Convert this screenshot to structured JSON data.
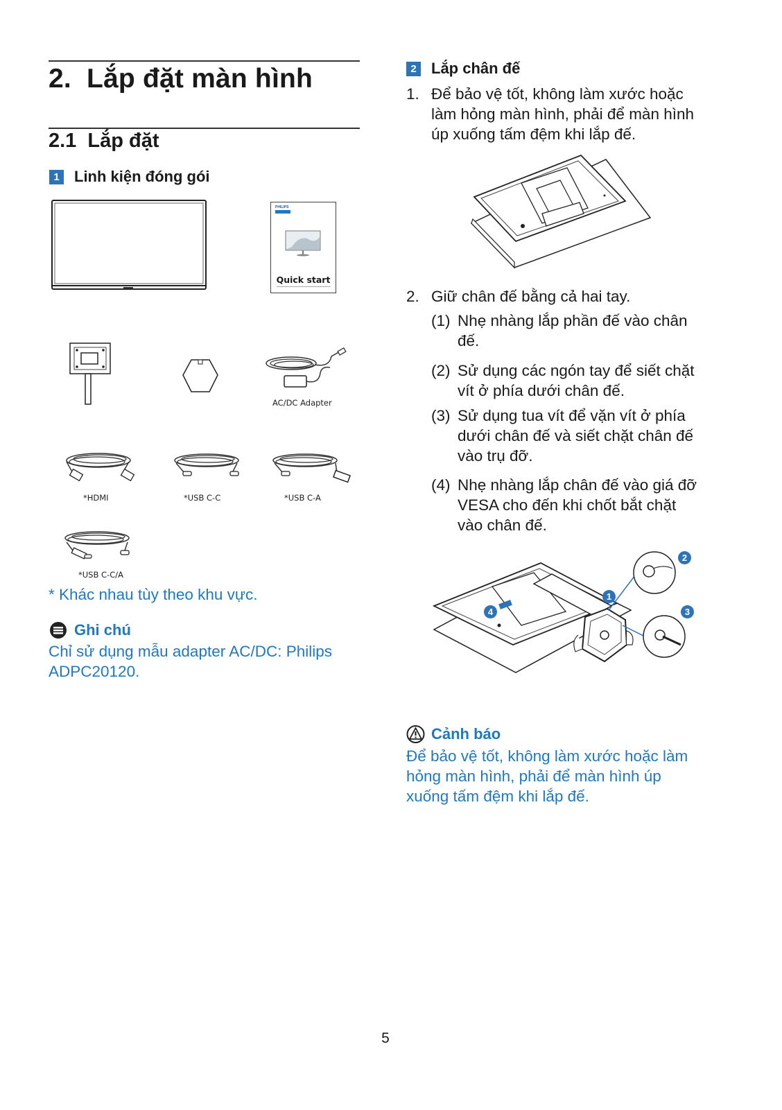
{
  "left": {
    "chapter_title": "2.  Lắp đặt màn hình",
    "section_title": "2.1  Lắp đặt",
    "badge1": "1",
    "package_title": "Linh kiện đóng gói",
    "quick_start": "Quick start",
    "booklet_brand": "PHILIPS",
    "labels": {
      "adapter": "AC/DC Adapter",
      "hdmi": "*HDMI",
      "usb_cc": "*USB C-C",
      "usb_ca": "*USB C-A",
      "usb_cca": "*USB C-C/A"
    },
    "region_note": "* Khác nhau tùy theo khu vực.",
    "note_title": "Ghi chú",
    "note_line1": "Chỉ sử dụng mẫu adapter AC/DC: Philips",
    "note_line2": "ADPC20120."
  },
  "right": {
    "badge2": "2",
    "stand_title": "Lắp chân đế",
    "step1_num": "1.",
    "step1_lines": [
      "Để bảo vệ tốt, không làm xước hoặc",
      "làm hỏng màn hình, phải để màn hình",
      "úp xuống tấm đệm khi lắp đế."
    ],
    "step2_num": "2.",
    "step2_text": "Giữ chân đế bằng cả hai tay.",
    "substeps": [
      {
        "num": "(1)",
        "lines": [
          "Nhẹ nhàng lắp phần đế vào chân",
          "đế."
        ]
      },
      {
        "num": "(2)",
        "lines": [
          "Sử dụng các ngón tay để siết chặt",
          "vít ở phía dưới chân đế."
        ]
      },
      {
        "num": "(3)",
        "lines": [
          "Sử dụng tua vít để vặn vít ở phía",
          "dưới chân đế và siết chặt chân đế",
          "vào trụ đỡ."
        ]
      },
      {
        "num": "(4)",
        "lines": [
          "Nhẹ nhàng lắp chân đế vào giá đỡ",
          "VESA cho đến khi chốt bắt chặt",
          "vào chân đế."
        ]
      }
    ],
    "callouts": [
      "1",
      "2",
      "3",
      "4"
    ],
    "warning_title": "Cảnh báo",
    "warning_lines": [
      "Để bảo vệ tốt, không làm xước hoặc làm",
      "hỏng màn hình, phải để màn hình úp",
      "xuống tấm đệm khi lắp đế."
    ]
  },
  "page_number": "5",
  "colors": {
    "accent_blue": "#1e79bf",
    "badge_blue": "#2c73b8"
  }
}
